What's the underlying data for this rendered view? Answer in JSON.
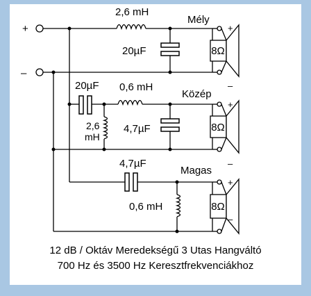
{
  "colors": {
    "background": "#a9c7e3",
    "panel": "#ffffff",
    "ink": "#000000"
  },
  "terminals": {
    "plus": "+",
    "minus": "–"
  },
  "low": {
    "name": "Mély",
    "inductor": "2,6 mH",
    "capacitor": "20µF",
    "speaker": "8Ω",
    "plus": "+",
    "minus": "–"
  },
  "mid": {
    "name": "Közép",
    "series_cap": "20µF",
    "series_inductor": "0,6 mH",
    "shunt_inductor_value": "2,6",
    "shunt_inductor_unit": "mH",
    "shunt_cap": "4,7µF",
    "speaker": "8Ω",
    "plus": "+",
    "minus": "–"
  },
  "high": {
    "name": "Magas",
    "capacitor": "4,7µF",
    "inductor": "0,6 mH",
    "speaker": "8Ω",
    "plus": "+",
    "minus": "–"
  },
  "caption": {
    "line1": "12 dB / Oktáv Meredekségű 3 Utas Hangváltó",
    "line2": "700 Hz és 3500 Hz Keresztfrekvenciákhoz"
  }
}
